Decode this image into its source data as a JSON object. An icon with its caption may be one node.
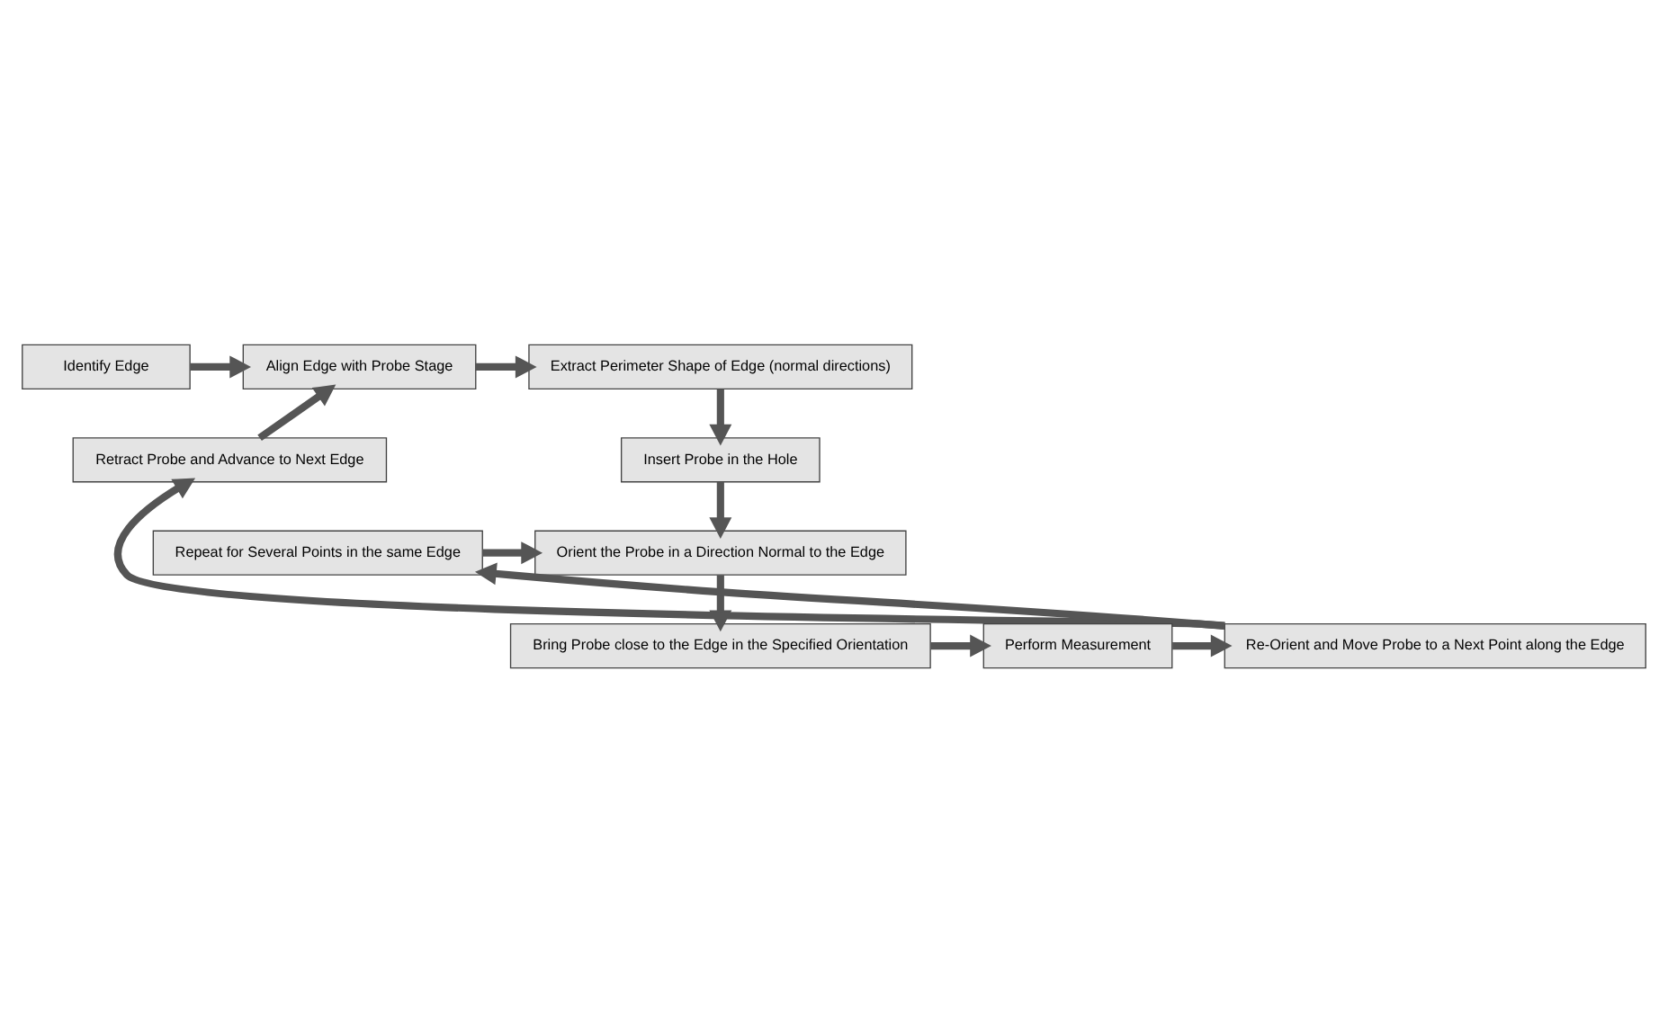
{
  "diagram": {
    "nodes": [
      {
        "text": [
          "Identify Edge"
        ]
      },
      {
        "text": [
          "Align Edge with Probe Stage"
        ]
      },
      {
        "text": [
          "Extract Perimeter Shape of Edge (normal directions)"
        ]
      },
      {
        "text": [
          "Retract Probe and Advance to Next Edge"
        ]
      },
      {
        "text": [
          "Insert Probe in the Hole"
        ]
      },
      {
        "text": [
          "Repeat for Several Points in the same Edge"
        ]
      },
      {
        "text": [
          "Orient the Probe in a Direction Normal to the Edge"
        ]
      },
      {
        "text": [
          "Re-Orient and Move Probe to a Next Point along the Edge"
        ]
      },
      {
        "text": [
          "Perform Measurement"
        ]
      },
      {
        "text": [
          "Bring Probe close to the Edge in the Specified Orientation"
        ]
      }
    ],
    "edges": [
      {
        "from": 0,
        "to": 1,
        "arrow": "to"
      },
      {
        "from": 1,
        "to": 2,
        "arrow": "to"
      },
      {
        "from": 2,
        "to": 4,
        "arrow": "to"
      },
      {
        "from": 4,
        "to": 6,
        "arrow": "to"
      },
      {
        "from": 6,
        "to": 9,
        "arrow": "to"
      },
      {
        "from": 9,
        "to": 8,
        "arrow": "to"
      },
      {
        "from": 8,
        "to": 7,
        "arrow": "to"
      },
      {
        "from": 7,
        "to": 5,
        "arrow": "to"
      },
      {
        "from": 5,
        "to": 6,
        "arrow": "to"
      },
      {
        "from": 7,
        "to": 3,
        "arrow": "to"
      },
      {
        "from": 3,
        "to": 1,
        "arrow": "to"
      }
    ]
  }
}
